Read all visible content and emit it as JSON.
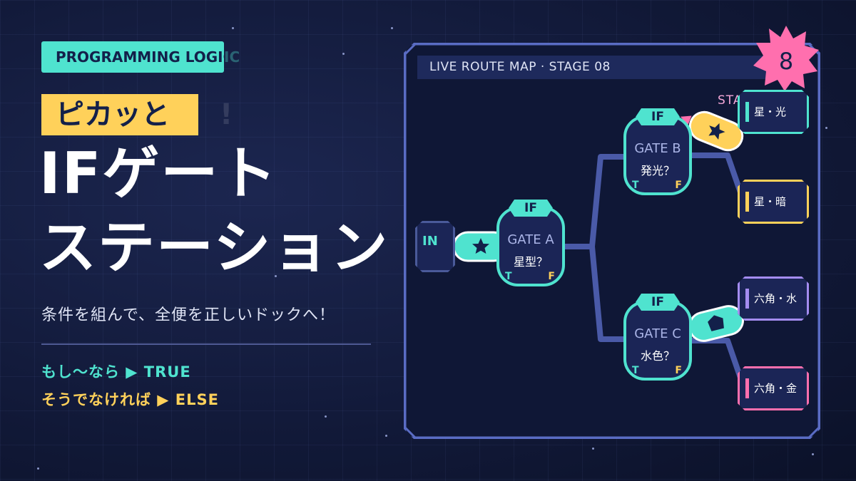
{
  "left": {
    "tag": "PROGRAMMING LOGIC",
    "subtitle": "ピカッと",
    "subtitle_ghost": "!",
    "title_line1": "IFゲート",
    "title_line2": "ステーション",
    "lead": "条件を組んで、全便を正しいドックへ！",
    "rule_true": "もし〜なら ▶ TRUE",
    "rule_else": "そうでなければ ▶ ELSE"
  },
  "map": {
    "header": "LIVE ROUTE MAP · STAGE 08",
    "badge": "8",
    "stages_label": "STAGES",
    "in_label": "IN",
    "gates": [
      {
        "if": "IF",
        "name": "GATE A",
        "question": "星型？",
        "t": "T",
        "f": "F"
      },
      {
        "if": "IF",
        "name": "GATE B",
        "question": "発光？",
        "t": "T",
        "f": "F"
      },
      {
        "if": "IF",
        "name": "GATE C",
        "question": "水色？",
        "t": "T",
        "f": "F"
      }
    ],
    "docks": [
      {
        "label": "星・光",
        "color": "#4fe3cf"
      },
      {
        "label": "星・暗",
        "color": "#ffd15a"
      },
      {
        "label": "六角・水",
        "color": "#a48cf0"
      },
      {
        "label": "六角・金",
        "color": "#ff6fae"
      }
    ],
    "colors": {
      "accent": "#4fe3cf",
      "yellow": "#ffd15a",
      "pink": "#ff6fae",
      "track": "#4a5aa8",
      "panel_border": "#5a6cc4"
    },
    "tokens": [
      {
        "shape": "star-icon",
        "color": "#4fe3cf"
      },
      {
        "shape": "star-icon",
        "color": "#ffd15a"
      },
      {
        "shape": "hexagon-icon",
        "color": "#4fe3cf"
      }
    ]
  }
}
